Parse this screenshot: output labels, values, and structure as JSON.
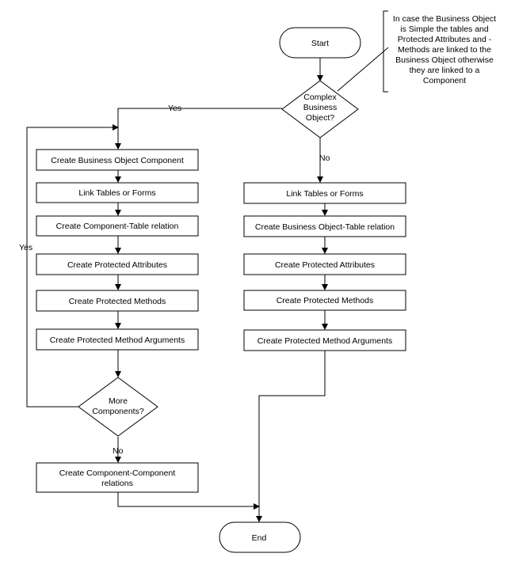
{
  "start": "Start",
  "end": "End",
  "decision_complex": [
    "Complex",
    "Business",
    "Object?"
  ],
  "decision_more": [
    "More",
    "Components?"
  ],
  "edge_yes_complex": "Yes",
  "edge_no_complex": "No",
  "edge_yes_more": "Yes",
  "edge_no_more": "No",
  "left_steps": [
    "Create Business Object Component",
    "Link Tables or Forms",
    "Create Component-Table relation",
    "Create Protected Attributes",
    "Create Protected Methods",
    "Create Protected Method Arguments"
  ],
  "right_steps": [
    "Link Tables or Forms",
    "Create Business Object-Table relation",
    "Create Protected Attributes",
    "Create Protected Methods",
    "Create Protected Method Arguments"
  ],
  "final_step": [
    "Create Component-Component",
    "relations"
  ],
  "note_lines": [
    "In case the Business Object",
    "is Simple the tables and",
    "Protected Attributes and -",
    "Methods are linked to the",
    "Business Object otherwise",
    "they are linked to a",
    "Component"
  ]
}
